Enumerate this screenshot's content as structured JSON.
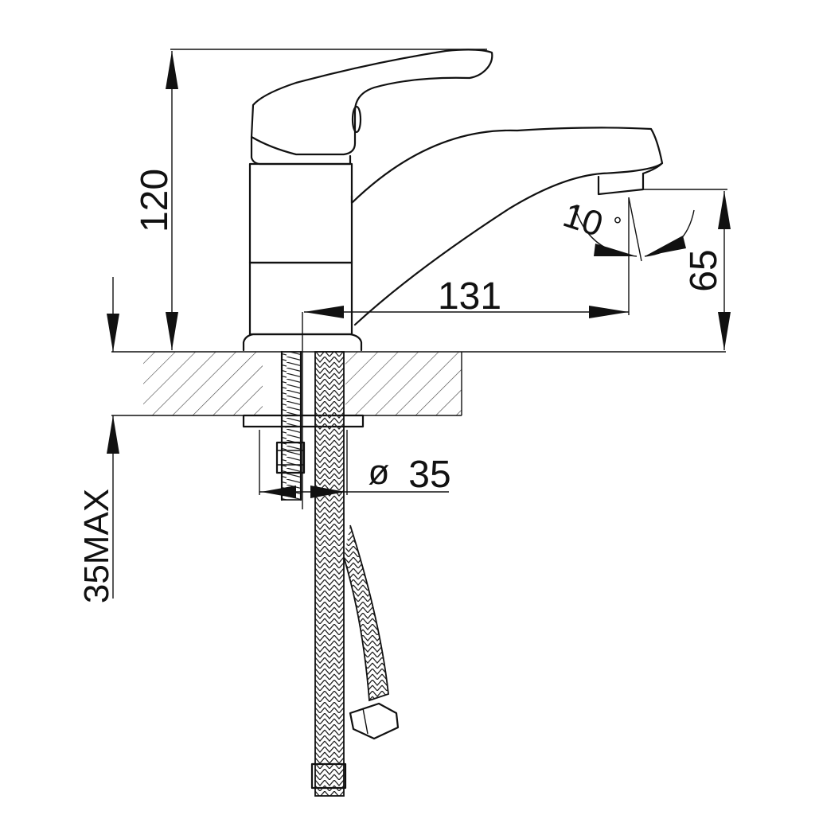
{
  "labels": {
    "height": "120",
    "reach": "131",
    "spout_height": "65",
    "angle": "10",
    "angle_unit": "°",
    "diameter_symbol": "ø",
    "diameter": "35",
    "max_thickness": "35MAX"
  }
}
